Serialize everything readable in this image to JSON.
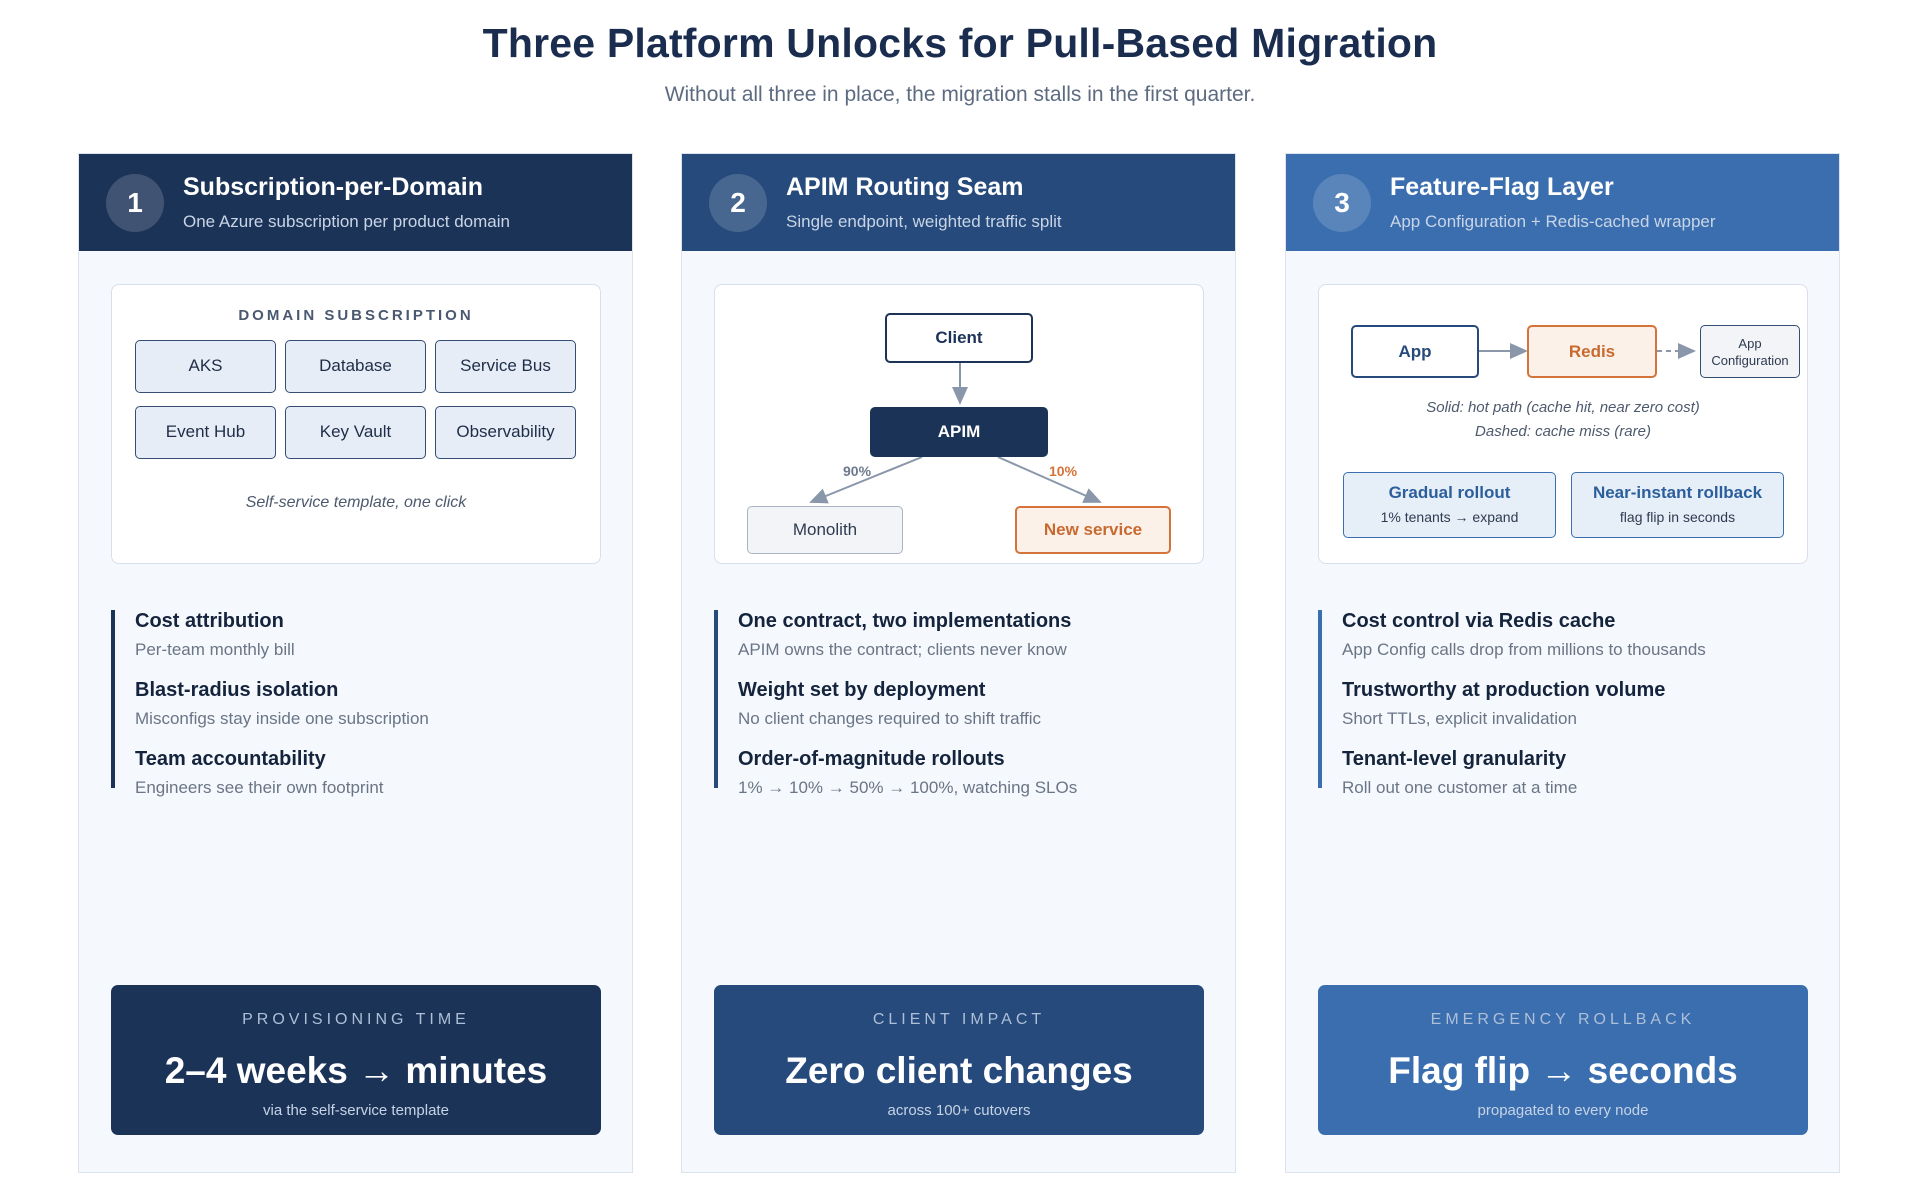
{
  "title": "Three Platform Unlocks for Pull-Based Migration",
  "subtitle": "Without all three in place, the migration stalls in the first quarter.",
  "columns": [
    {
      "number": "1",
      "title": "Subscription-per-Domain",
      "subtitle": "One Azure subscription per product domain",
      "panel": {
        "label": "DOMAIN SUBSCRIPTION",
        "chips": [
          "AKS",
          "Database",
          "Service Bus",
          "Event Hub",
          "Key Vault",
          "Observability"
        ],
        "note": "Self-service template, one click"
      },
      "points": [
        {
          "title": "Cost attribution",
          "desc": "Per-team monthly bill"
        },
        {
          "title": "Blast-radius isolation",
          "desc": "Misconfigs stay inside one subscription"
        },
        {
          "title": "Team accountability",
          "desc": "Engineers see their own footprint"
        }
      ],
      "stat": {
        "label": "PROVISIONING TIME",
        "value": "2–4 weeks → minutes",
        "sub": "via the self-service template"
      }
    },
    {
      "number": "2",
      "title": "APIM Routing Seam",
      "subtitle": "Single endpoint, weighted traffic split",
      "diagram": {
        "client": "Client",
        "apim": "APIM",
        "left_weight": "90%",
        "right_weight": "10%",
        "left_target": "Monolith",
        "right_target": "New service"
      },
      "points": [
        {
          "title": "One contract, two implementations",
          "desc": "APIM owns the contract; clients never know"
        },
        {
          "title": "Weight set by deployment",
          "desc": "No client changes required to shift traffic"
        },
        {
          "title": "Order-of-magnitude rollouts",
          "desc": "1% → 10% → 50% → 100%, watching SLOs"
        }
      ],
      "stat": {
        "label": "CLIENT IMPACT",
        "value": "Zero client changes",
        "sub": "across 100+ cutovers"
      }
    },
    {
      "number": "3",
      "title": "Feature-Flag Layer",
      "subtitle": "App Configuration + Redis-cached wrapper",
      "diagram": {
        "app": "App",
        "redis": "Redis",
        "appconfig_line1": "App",
        "appconfig_line2": "Configuration",
        "legend_solid": "Solid: hot path (cache hit, near zero cost)",
        "legend_dashed": "Dashed: cache miss (rare)",
        "badge_left_title": "Gradual rollout",
        "badge_left_sub": "1% tenants → expand",
        "badge_right_title": "Near-instant rollback",
        "badge_right_sub": "flag flip in seconds"
      },
      "points": [
        {
          "title": "Cost control via Redis cache",
          "desc": "App Config calls drop from millions to thousands"
        },
        {
          "title": "Trustworthy at production volume",
          "desc": "Short TTLs, explicit invalidation"
        },
        {
          "title": "Tenant-level granularity",
          "desc": "Roll out one customer at a time"
        }
      ],
      "stat": {
        "label": "EMERGENCY ROLLBACK",
        "value": "Flag flip → seconds",
        "sub": "propagated to every node"
      }
    }
  ],
  "colors": {
    "navy": "#1c3358",
    "mid_blue": "#254a7b",
    "bright_blue": "#3a6eaf",
    "orange": "#d4743a",
    "orange_fill": "#fcf1e8"
  }
}
